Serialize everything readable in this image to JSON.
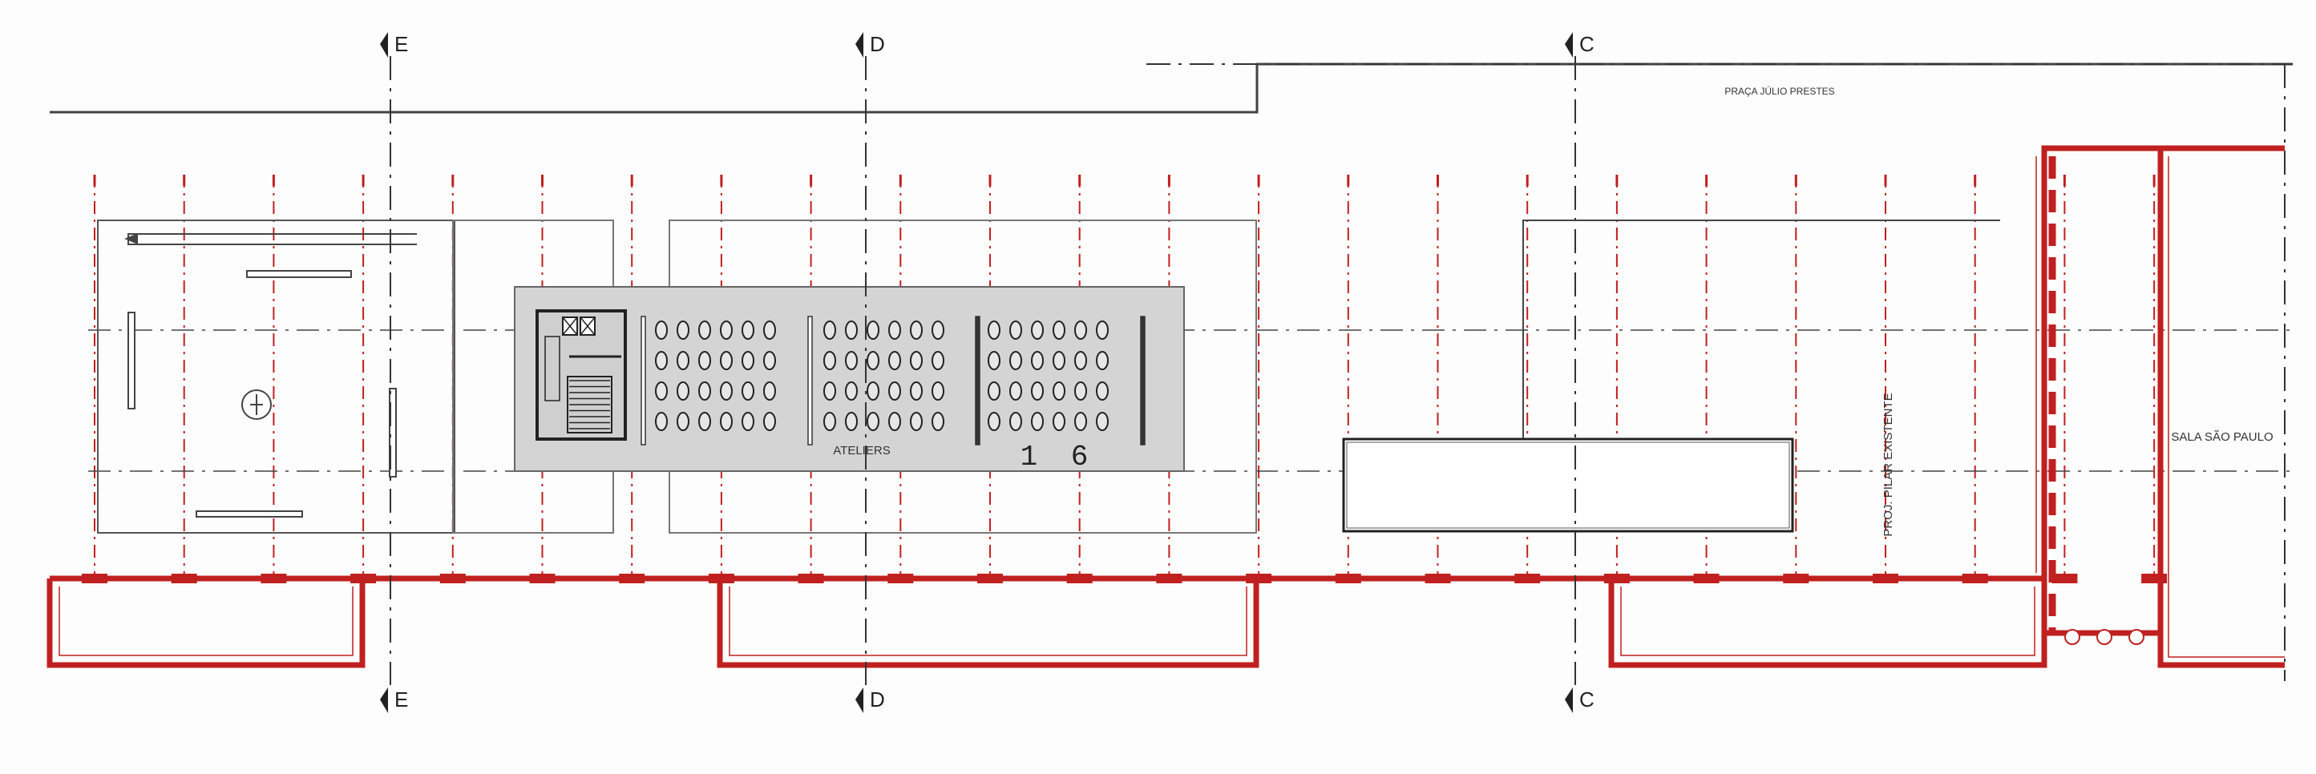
{
  "labels": {
    "praca": "PRAÇA JÚLIO PRESTES",
    "ateliers": "ATELIERS",
    "number": "1 6",
    "pilar": "PROJ. PILAR EXISTENTE",
    "sala": "SALA SÃO PAULO"
  },
  "sections": {
    "top": [
      "E",
      "D",
      "C"
    ],
    "bottom": [
      "E",
      "D",
      "C"
    ]
  },
  "colors": {
    "structure_red": "#c0201f",
    "line_dark": "#333333",
    "atelier_fill": "#d4d4d4"
  }
}
